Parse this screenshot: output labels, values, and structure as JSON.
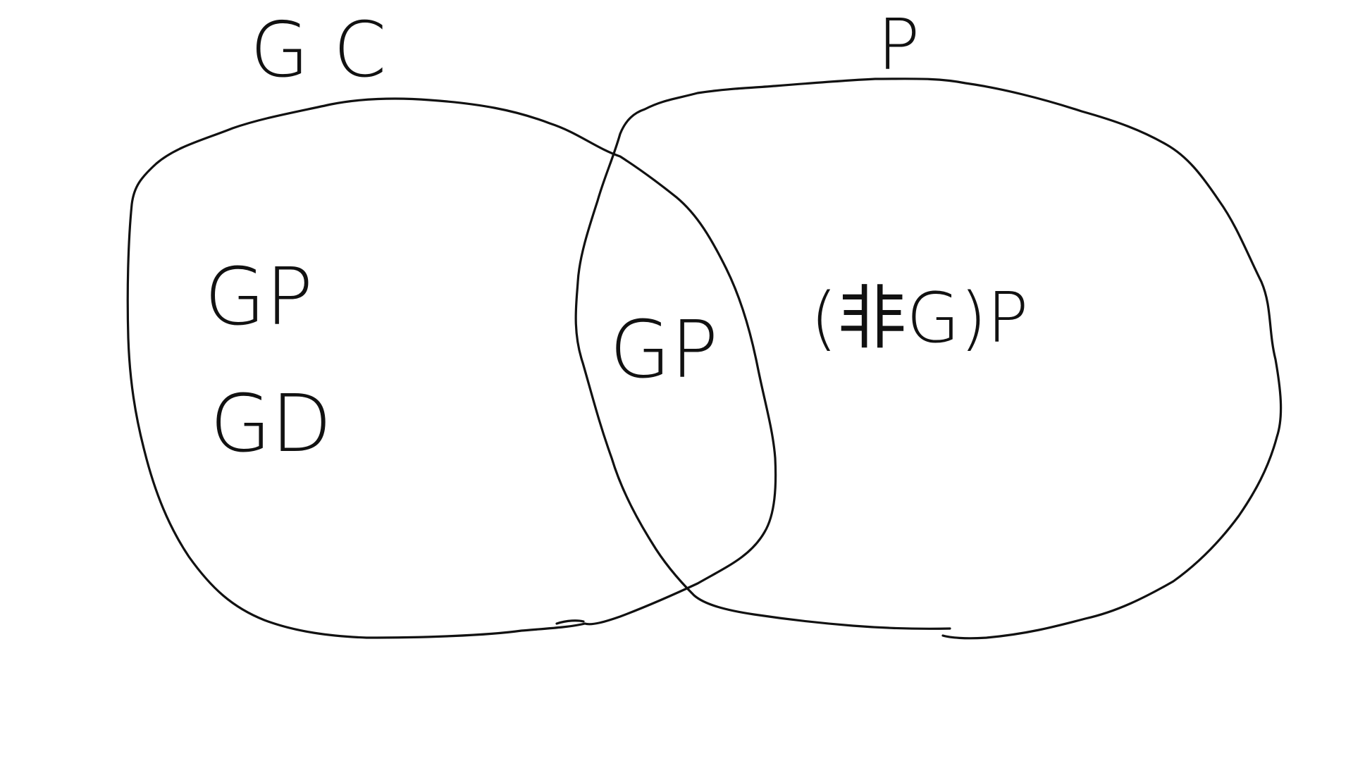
{
  "diagram": {
    "sets": [
      {
        "id": "left",
        "title": "G C",
        "contents": [
          "GP",
          "GD"
        ]
      },
      {
        "id": "right",
        "title": "P",
        "contents": [
          "(非G)P"
        ]
      }
    ],
    "intersection": {
      "contents": [
        "GP"
      ]
    },
    "colors": {
      "ink": "#111111",
      "background": "#ffffff"
    }
  }
}
